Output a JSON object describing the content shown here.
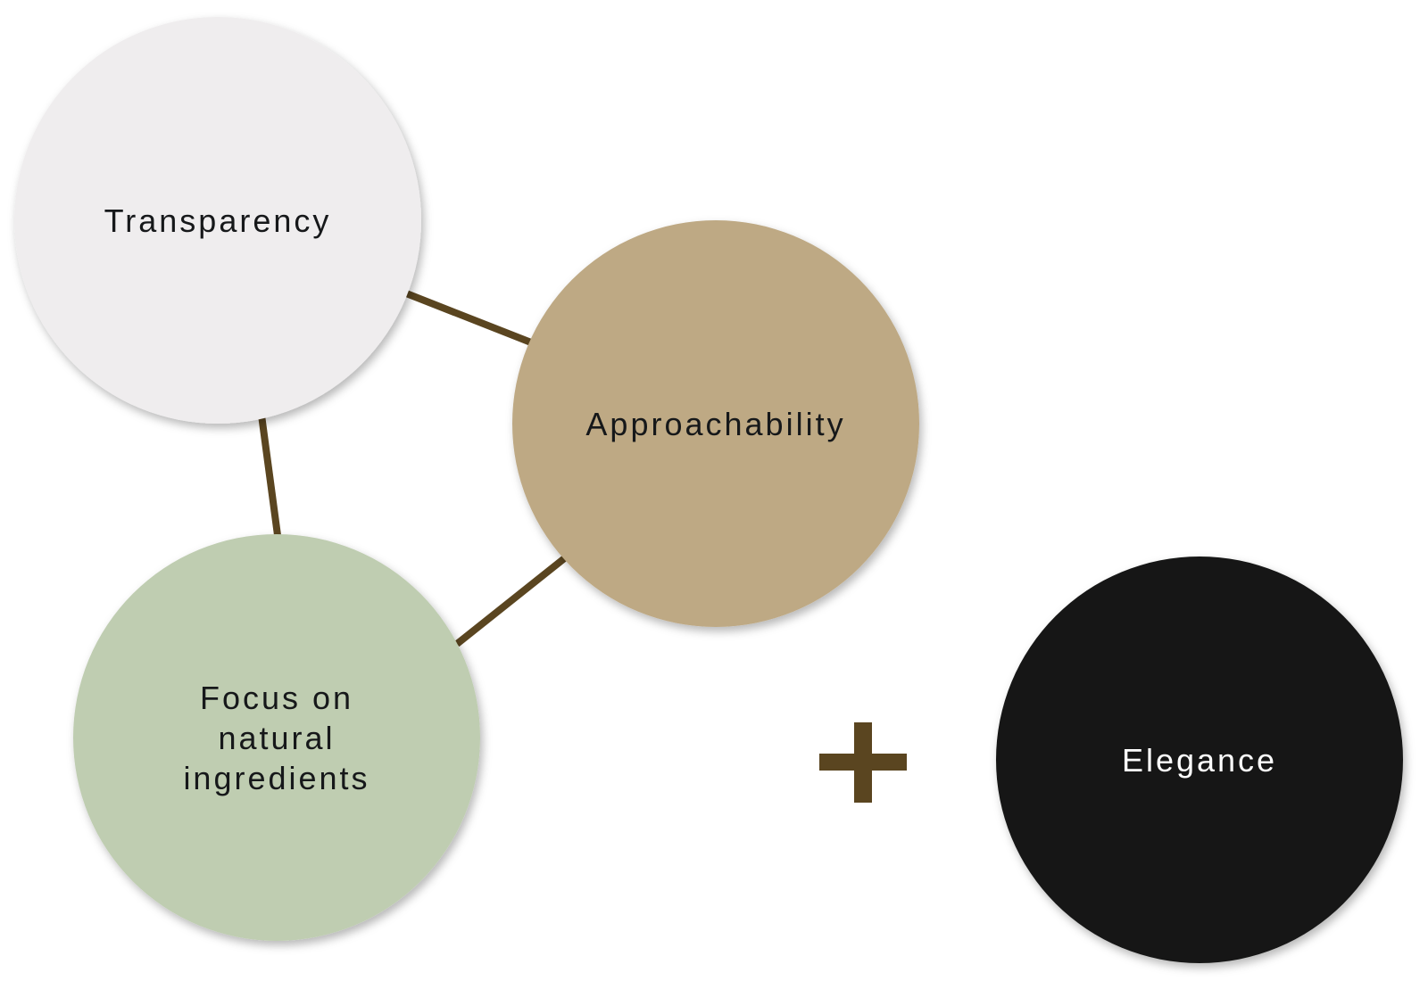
{
  "colors": {
    "connector": "#5a4520",
    "plus": "#5a4520",
    "background": "#ffffff"
  },
  "nodes": {
    "transparency": {
      "label": "Transparency",
      "fill": "#efedee",
      "text_color": "#16181a"
    },
    "approachability": {
      "label": "Approachability",
      "fill": "#bea984",
      "text_color": "#16181a"
    },
    "natural_ingredients": {
      "label_line1": "Focus on",
      "label_line2": "natural",
      "label_line3": "ingredients",
      "fill": "#bfcdb1",
      "text_color": "#16181a"
    },
    "elegance": {
      "label": "Elegance",
      "fill": "#171916",
      "text_color": "#ffffff"
    }
  },
  "plus_icon": "plus-icon"
}
